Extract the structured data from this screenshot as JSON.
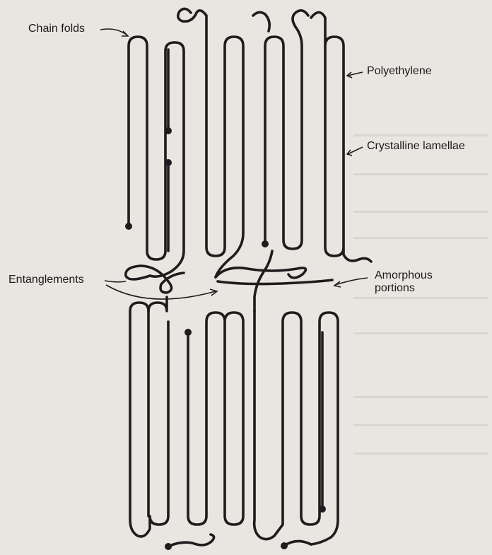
{
  "labels": {
    "chain_folds": "Chain folds",
    "polyethylene": "Polyethylene",
    "crystalline_lamellae": "Crystalline lamellae",
    "entanglements": "Entanglements",
    "amorphous_line1": "Amorphous",
    "amorphous_line2": "portions"
  },
  "colors": {
    "ink": "#1d1d1d",
    "paper": "#e9e6e1"
  }
}
